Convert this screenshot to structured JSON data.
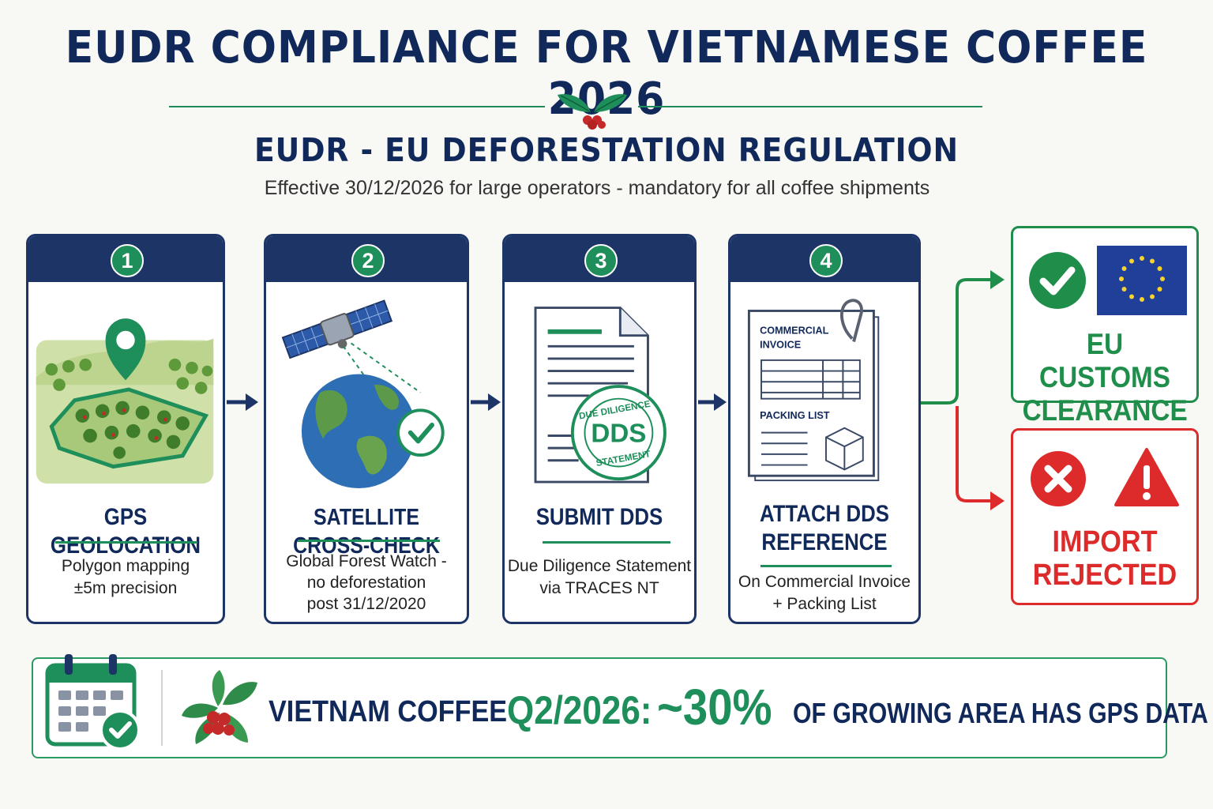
{
  "title": "EUDR COMPLIANCE FOR VIETNAMESE COFFEE 2026",
  "subtitle": "EUDR - EU DEFORESTATION REGULATION",
  "effective_note": "Effective 30/12/2026 for large operators - mandatory for all coffee shipments",
  "steps": [
    {
      "number": "1",
      "title": "GPS GEOLOCATION",
      "desc_lines": [
        "Polygon mapping",
        "±5m precision"
      ],
      "icon": "gps-pin-farm-icon"
    },
    {
      "number": "2",
      "title": "SATELLITE CROSS-CHECK",
      "desc_lines": [
        "Global Forest Watch -",
        "no deforestation",
        "post 31/12/2020"
      ],
      "icon": "satellite-globe-icon"
    },
    {
      "number": "3",
      "title": "SUBMIT DDS",
      "desc_lines": [
        "Due Diligence Statement",
        "via TRACES NT"
      ],
      "icon": "dds-document-icon",
      "stamp": {
        "top": "DUE DILIGENCE",
        "center": "DDS",
        "bottom": "STATEMENT"
      }
    },
    {
      "number": "4",
      "title_lines": [
        "ATTACH DDS",
        "REFERENCE"
      ],
      "desc_lines": [
        "On Commercial Invoice",
        "+ Packing List"
      ],
      "icon": "invoice-packing-list-icon",
      "doc_labels": {
        "invoice": [
          "COMMERCIAL",
          "INVOICE"
        ],
        "packing": "PACKING LIST"
      }
    }
  ],
  "outcomes": {
    "approved": {
      "lines": [
        "EU CUSTOMS",
        "CLEARANCE"
      ],
      "color": "#1e8e4a"
    },
    "rejected": {
      "lines": [
        "IMPORT",
        "REJECTED"
      ],
      "color": "#dd2a2a"
    }
  },
  "bottom_banner": {
    "label": "VIETNAM COFFEE",
    "period": "Q2/2026:",
    "value": "~30%",
    "suffix": "OF GROWING AREA HAS GPS DATA"
  },
  "colors": {
    "navy": "#1d3566",
    "green": "#1e8e5a",
    "red": "#dd2a2a"
  }
}
